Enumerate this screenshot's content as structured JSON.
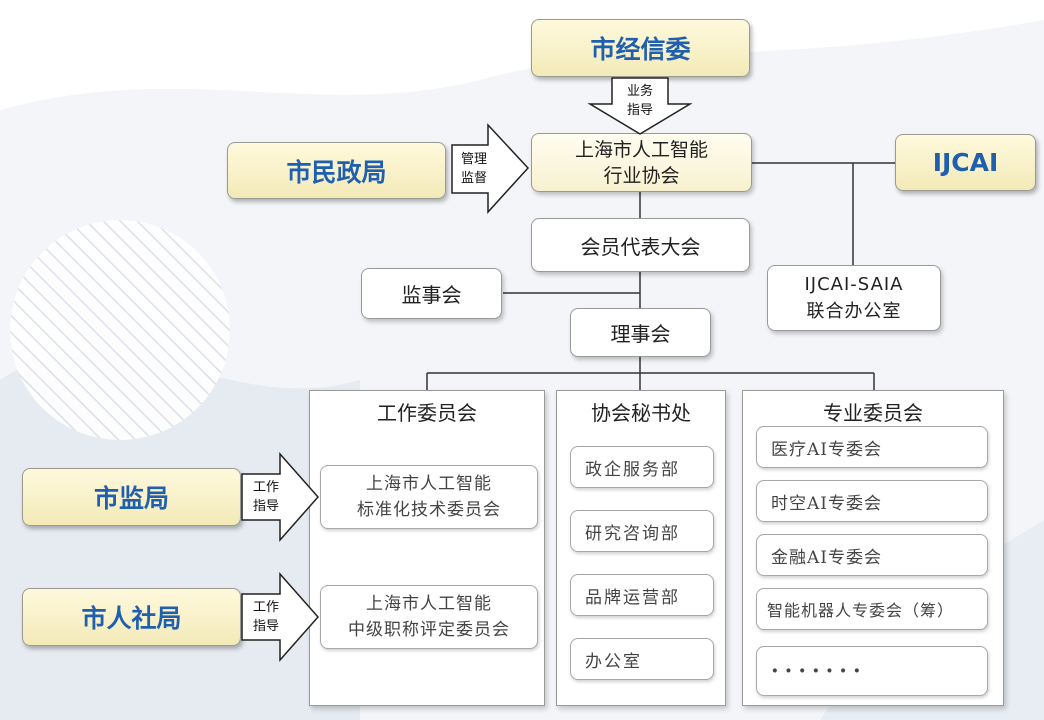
{
  "top": {
    "city_econ": "市经信委"
  },
  "left": {
    "civil_affairs": "市民政局",
    "market_supervision": "市监局",
    "hr_social": "市人社局"
  },
  "right": {
    "ijcai": "IJCAI",
    "joint_office": "IJCAI-SAIA\n联合办公室"
  },
  "center": {
    "association": "上海市人工智能\n行业协会",
    "members_congress": "会员代表大会",
    "supervisory_board": "监事会",
    "council": "理事会"
  },
  "arrows": {
    "business_guidance": "业务\n指导",
    "management_supervision": "管理\n监督",
    "work_guidance_1": "工作\n指导",
    "work_guidance_2": "工作\n指导"
  },
  "panels": {
    "work_committee": {
      "title": "工作委员会",
      "items": [
        "上海市人工智能\n标准化技术委员会",
        "上海市人工智能\n中级职称评定委员会"
      ]
    },
    "secretariat": {
      "title": "协会秘书处",
      "items": [
        "政企服务部",
        "研究咨询部",
        "品牌运营部",
        "办公室"
      ]
    },
    "professional_committee": {
      "title": "专业委员会",
      "items": [
        "医疗AI专委会",
        "时空AI专委会",
        "金融AI专委会",
        "智能机器人专委会（筹）",
        "·······"
      ]
    }
  }
}
